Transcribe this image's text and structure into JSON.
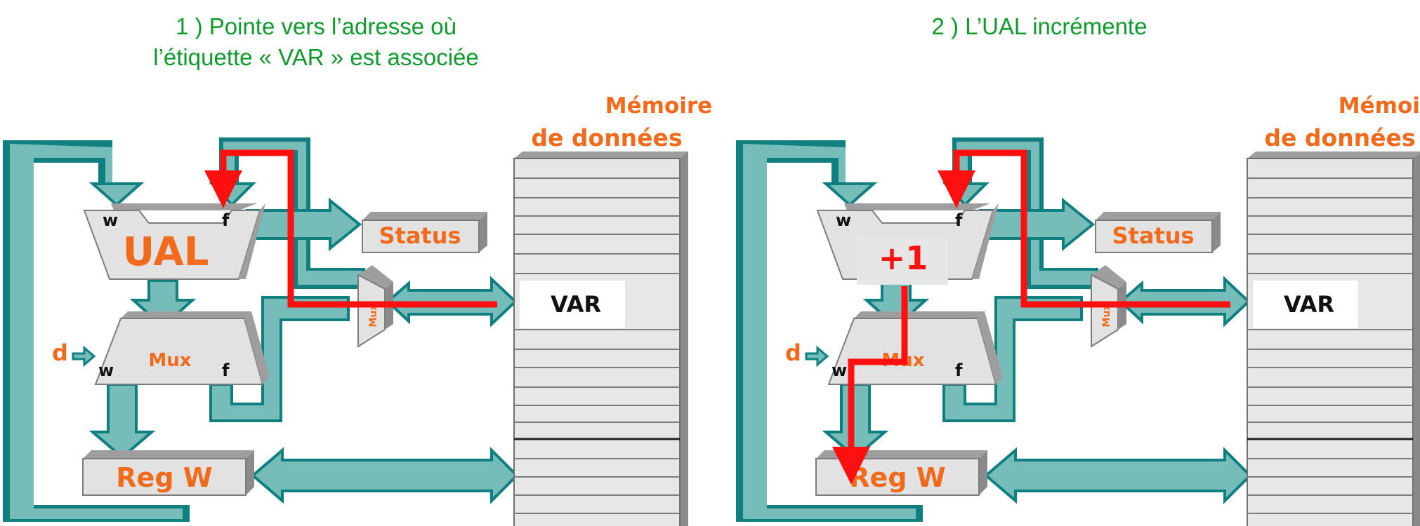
{
  "captions": {
    "step1": "1 ) Pointe vers l’adresse où\nl’étiquette « VAR » est associée",
    "step2": "2 ) L’UAL incrémente"
  },
  "diagram": {
    "memory_title_line1": "Mémoire",
    "memory_title_line2": "de données",
    "alu_label": "UAL",
    "alu_input_w": "w",
    "alu_input_f": "f",
    "status_label": "Status",
    "mux_label": "Mux",
    "mux_small_label": "Mux",
    "mux_input_w": "w",
    "mux_input_f": "f",
    "d_label": "d",
    "regw_label": "Reg W",
    "var_label": "VAR",
    "increment_label": "+1"
  },
  "colors": {
    "bus_fill": "#76bcb8",
    "bus_shadow": "#0f7f80",
    "block_fill": "#e2e2e2",
    "block_edge": "#7d7d7d",
    "label_orange": "#f26b1d",
    "path_red": "#ff1010",
    "caption_green": "#0f9a2e"
  }
}
